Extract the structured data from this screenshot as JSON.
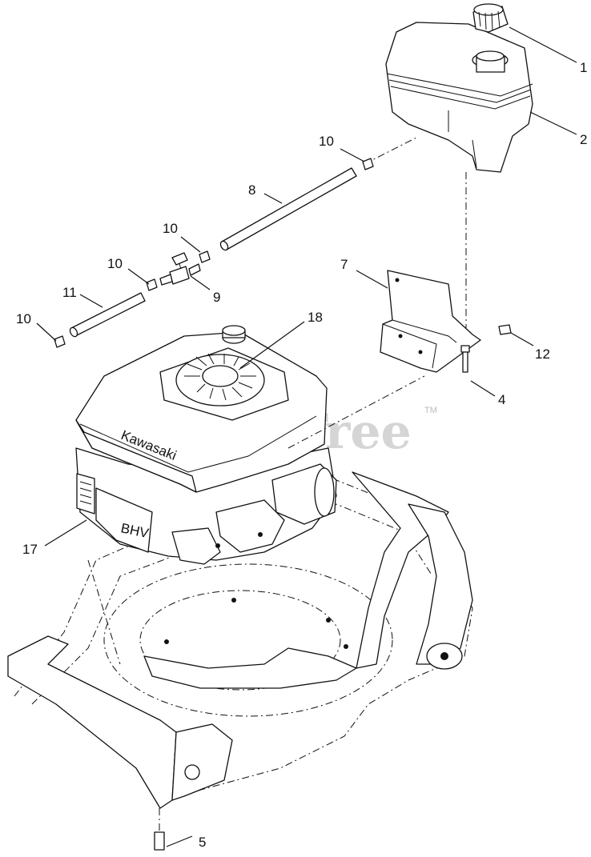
{
  "watermark": {
    "text": "PartsTree",
    "trademark": "TM"
  },
  "callouts": {
    "c1": "1",
    "c2": "2",
    "c4": "4",
    "c5": "5",
    "c7": "7",
    "c8": "8",
    "c9": "9",
    "c10a": "10",
    "c10b": "10",
    "c10c": "10",
    "c10d": "10",
    "c11": "11",
    "c12": "12",
    "c17": "17",
    "c18": "18"
  },
  "engine": {
    "brand_text": "Kawasaki",
    "model_text": "BHV"
  }
}
